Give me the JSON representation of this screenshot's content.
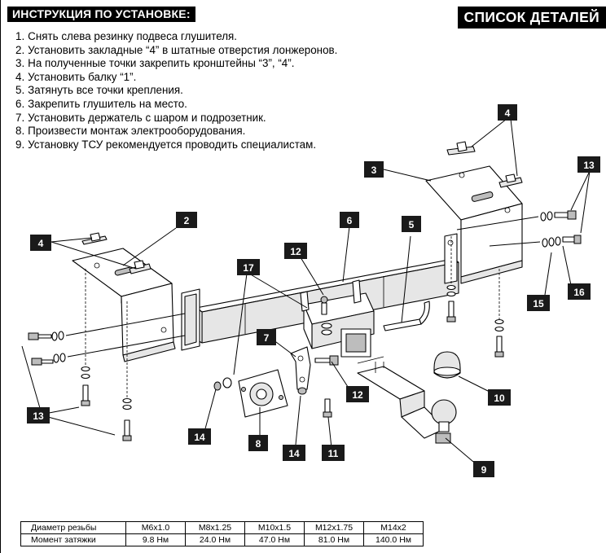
{
  "header": {
    "instructions_title": "ИНСТРУКЦИЯ ПО УСТАНОВКЕ:",
    "parts_list_title": "СПИСОК ДЕТАЛЕЙ"
  },
  "steps": [
    {
      "num": "1.",
      "text": "Снять слева резинку подвеса глушителя."
    },
    {
      "num": "2.",
      "text": "Установить закладные “4” в штатные отверстия лонжеронов."
    },
    {
      "num": "3.",
      "text": "На полученные точки закрепить кронштейны “3”, “4”."
    },
    {
      "num": "4.",
      "text": "Установить балку “1”."
    },
    {
      "num": "5.",
      "text": "Затянуть все точки крепления."
    },
    {
      "num": "6.",
      "text": "Закрепить глушитель на место."
    },
    {
      "num": "7.",
      "text": "Установить держатель с шаром и подрозетник."
    },
    {
      "num": "8.",
      "text": "Произвести монтаж электрооборудования."
    },
    {
      "num": "9.",
      "text": "Установку ТСУ рекомендуется проводить специалистам."
    }
  ],
  "callouts": {
    "c4a": "4",
    "c4b": "4",
    "c3": "3",
    "c13a": "13",
    "c2": "2",
    "c6": "6",
    "c5": "5",
    "c12a": "12",
    "c17": "17",
    "c7": "7",
    "c15": "15",
    "c16": "16",
    "c12b": "12",
    "c13b": "13",
    "c10": "10",
    "c14a": "14",
    "c8": "8",
    "c14b": "14",
    "c11": "11",
    "c9": "9"
  },
  "torque_table": {
    "row1_label": "Диаметр резьбы",
    "row2_label": "Момент затяжки",
    "threads": [
      "M6x1.0",
      "M8x1.25",
      "M10x1.5",
      "M12x1.75",
      "M14x2"
    ],
    "torques": [
      "9.8 Нм",
      "24.0 Нм",
      "47.0 Нм",
      "81.0 Нм",
      "140.0 Нм"
    ]
  }
}
